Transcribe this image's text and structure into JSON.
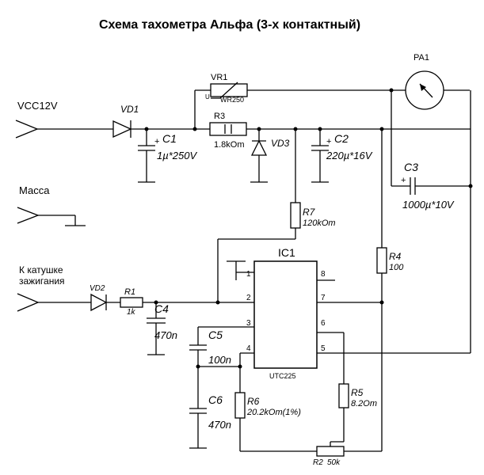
{
  "title": "Схема тахометра Альфа (3-х контактный)",
  "inputs": {
    "vcc": "VCC12V",
    "mass": "Масса",
    "coil_line1": "К катушке",
    "coil_line2": "зажигания"
  },
  "components": {
    "vd1": "VD1",
    "vd2": "VD2",
    "vd3": "VD3",
    "c1": "C1",
    "c1_val": "1µ*250V",
    "c2": "C2",
    "c2_val": "220µ*16V",
    "c3": "C3",
    "c3_val": "1000µ*10V",
    "c4": "C4",
    "c4_val": "470n",
    "c5": "C5",
    "c5_val": "100n",
    "c6": "C6",
    "c6_val": "470n",
    "vr1": "VR1",
    "vr1_model": "WR250",
    "vr1_u": "U",
    "r1": "R1",
    "r1_val": "1k",
    "r2": "R2",
    "r2_val": "50k",
    "r3": "R3",
    "r3_val": "1.8kOm",
    "r4": "R4",
    "r4_val": "100",
    "r5": "R5",
    "r5_val": "8.2Om",
    "r6": "R6",
    "r6_val": "20.2kOm(1%)",
    "r7": "R7",
    "r7_val": "120kOm",
    "pa1": "PA1",
    "ic1": "IC1",
    "ic_model": "UTC225",
    "plus": "+"
  },
  "ic_pins": [
    "1",
    "2",
    "3",
    "4",
    "5",
    "6",
    "7",
    "8"
  ]
}
